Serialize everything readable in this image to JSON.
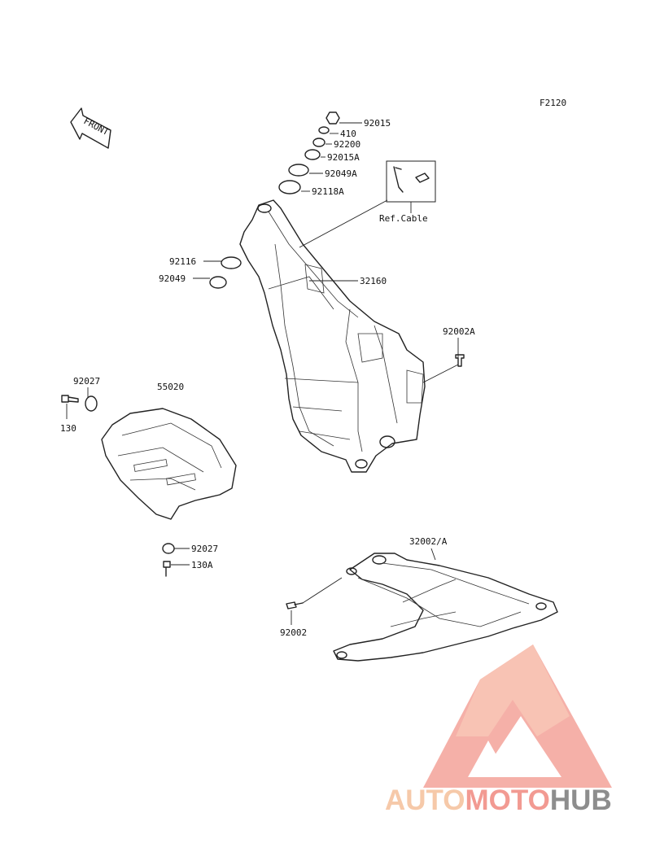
{
  "diagram": {
    "code": "F2120",
    "front_arrow": "FRONT",
    "ref_box": "Ref.Cable",
    "callouts": {
      "p92015": "92015",
      "p410": "410",
      "p92200": "92200",
      "p92015A": "92015A",
      "p92049A": "92049A",
      "p92118A": "92118A",
      "p92116": "92116",
      "p92049": "92049",
      "p32160": "32160",
      "p92002A": "92002A",
      "p92027a": "92027",
      "p55020": "55020",
      "p130": "130",
      "p92027b": "92027",
      "p130A": "130A",
      "p32002A": "32002/A",
      "p92002": "92002"
    }
  },
  "watermark": {
    "brand_a": "AUTO",
    "brand_b": "MOTO",
    "brand_c": "HUB",
    "color_light": "#f6c9a9",
    "color_mid": "#f29a92",
    "color_dark": "#8d8d8d"
  }
}
